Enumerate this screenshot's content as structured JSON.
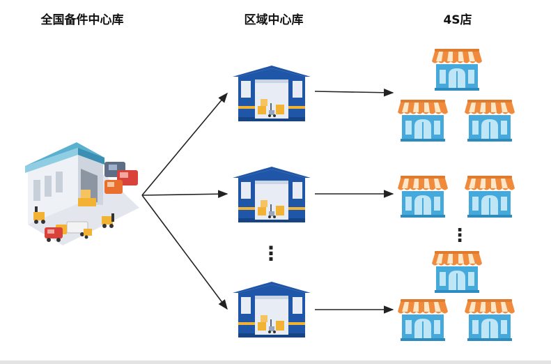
{
  "titles": {
    "central": "全国备件中心库",
    "regional": "区域中心库",
    "dealer": "4S店"
  },
  "ellipsis_vertical": "⋮",
  "colors": {
    "warehouse_blue": "#1f56a8",
    "warehouse_door": "#e8edf5",
    "crate": "#f2b233",
    "store_awning_orange": "#f08a3c",
    "store_awning_light": "#fde7c9",
    "store_body": "#46a9dc",
    "store_glass": "#bfe6f7",
    "arrow": "#222222"
  },
  "icons": {
    "central_warehouse": "central-warehouse-icon",
    "regional_warehouse": "regional-warehouse-icon",
    "store": "store-icon"
  }
}
